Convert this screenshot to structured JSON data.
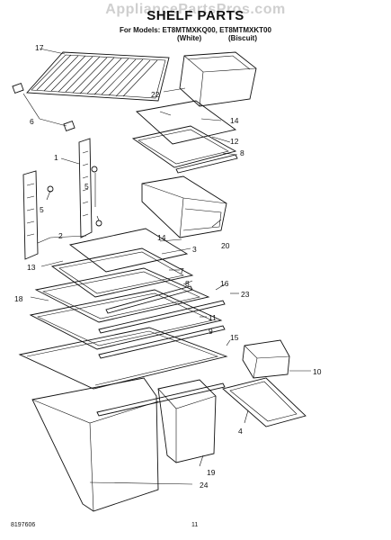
{
  "watermark": "AppliancePartsPros.com",
  "title": "SHELF PARTS",
  "models_line": "For Models: ET8MTMXKQ00, ET8MTMXKT00",
  "variant_white": "(White)",
  "variant_biscuit": "(Biscuit)",
  "footer_left": "8197606",
  "footer_center": "11",
  "callouts": [
    "17",
    "22",
    "6",
    "14",
    "12",
    "8",
    "1",
    "5",
    "5",
    "20",
    "2",
    "14",
    "3",
    "13",
    "7",
    "8",
    "16",
    "18",
    "23",
    "11",
    "9",
    "15",
    "10",
    "4",
    "19",
    "24"
  ]
}
